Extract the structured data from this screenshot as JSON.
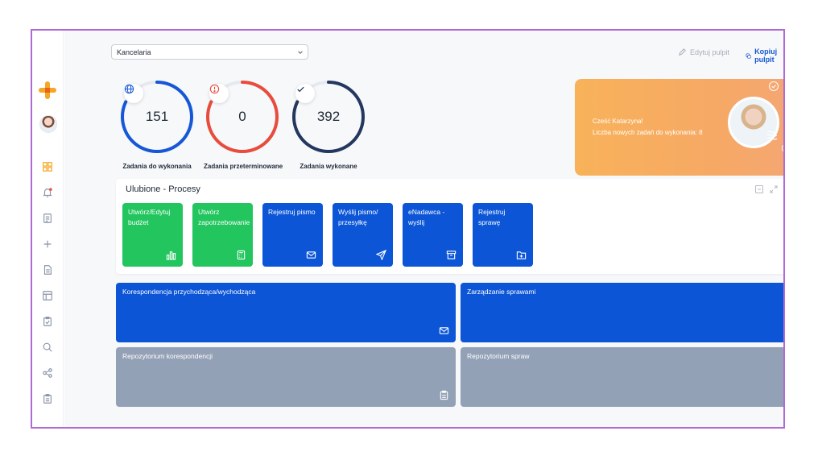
{
  "header": {
    "selector_value": "Kancelaria",
    "edit_label": "Edytuj pulpit",
    "copy_label": "Kopiuj pulpit"
  },
  "kpis": [
    {
      "value": "151",
      "label": "Zadania do wykonania",
      "color": "#1557d6",
      "progress": 0.82,
      "icon": "globe-icon"
    },
    {
      "value": "0",
      "label": "Zadania przeterminowane",
      "color": "#e74c3c",
      "progress": 0.82,
      "icon": "alert-icon"
    },
    {
      "value": "392",
      "label": "Zadania wykonane",
      "color": "#24385f",
      "progress": 0.82,
      "icon": "check-icon"
    }
  ],
  "greeting": {
    "line1": "Cześć Katarzyna!",
    "line2": "Liczba nowych zadań do wykonania: 8"
  },
  "favorites": {
    "title": "Ulubione - Procesy",
    "tiles": [
      {
        "label": "Utwórz/Edytuj budżet",
        "color": "green",
        "icon": "bar-chart-icon"
      },
      {
        "label": "Utwórz zapotrzebowanie",
        "color": "green",
        "icon": "calculator-icon"
      },
      {
        "label": "Rejestruj pismo",
        "color": "blue",
        "icon": "mail-icon"
      },
      {
        "label": "Wyślij pismo/ przesyłkę",
        "color": "blue",
        "icon": "send-icon"
      },
      {
        "label": "eNadawca - wyślij",
        "color": "blue",
        "icon": "archive-icon"
      },
      {
        "label": "Rejestruj sprawę",
        "color": "blue",
        "icon": "folder-plus-icon"
      }
    ]
  },
  "sections": [
    {
      "label": "Korespondencja przychodząca/wychodząca",
      "icon": "mail-icon"
    },
    {
      "label": "Zarządzanie sprawami",
      "icon": "folder-icon"
    },
    {
      "label": "Repozytorium korespondencji",
      "icon": "clipboard-icon"
    },
    {
      "label": "Repozytorium spraw",
      "icon": "archive-icon"
    }
  ],
  "colors": {
    "brand_orange": "#f8b25a",
    "primary_blue": "#0b55d6",
    "green": "#22c55e",
    "slate": "#93a1b6",
    "frame": "#b06ad6"
  }
}
